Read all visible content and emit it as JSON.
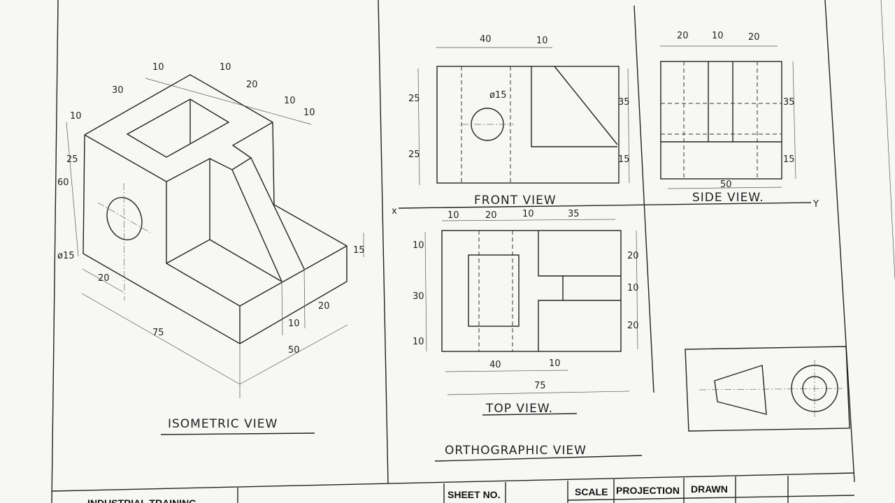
{
  "titles": {
    "isometric": "ISOMETRIC VIEW",
    "front": "FRONT VIEW",
    "side": "SIDE VIEW.",
    "top": "TOP VIEW.",
    "orthographic": "ORTHOGRAPHIC VIEW"
  },
  "xy_labels": {
    "x": "x",
    "y": "Y"
  },
  "iso_dims": [
    "30",
    "10",
    "10",
    "20",
    "10",
    "10",
    "10",
    "25",
    "60",
    "15",
    "20",
    "75",
    "10",
    "20",
    "50",
    "15"
  ],
  "iso_hole": "ø15",
  "front_dims": [
    "40",
    "10",
    "25",
    "25",
    "ø15",
    "35",
    "15"
  ],
  "side_dims": [
    "20",
    "10",
    "20",
    "35",
    "15",
    "50"
  ],
  "top_dims": [
    "10",
    "20",
    "10",
    "35",
    "10",
    "30",
    "10",
    "20",
    "10",
    "20",
    "40",
    "10",
    "75"
  ],
  "title_block": {
    "company": "INDUSTRIAL TRAINING",
    "sheet": "SHEET NO.",
    "scale": "SCALE",
    "projection": "PROJECTION",
    "drawn": "DRAWN"
  }
}
